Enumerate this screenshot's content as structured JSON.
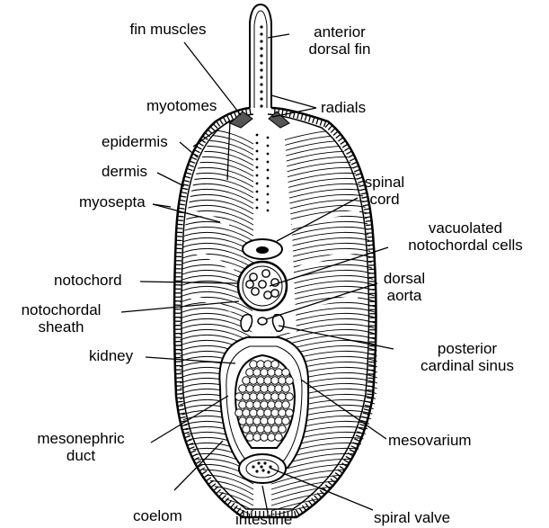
{
  "diagram": {
    "labels": {
      "fin_muscles": [
        "fin muscles"
      ],
      "anterior_dorsal_fin": [
        "anterior",
        "dorsal fin"
      ],
      "radials": [
        "radials"
      ],
      "myotomes": [
        "myotomes"
      ],
      "epidermis": [
        "epidermis"
      ],
      "dermis": [
        "dermis"
      ],
      "myosepta": [
        "myosepta"
      ],
      "spinal_cord": [
        "spinal",
        "cord"
      ],
      "vacuolated_notochordal_cells": [
        "vacuolated",
        "notochordal cells"
      ],
      "notochord": [
        "notochord"
      ],
      "notochordal_sheath": [
        "notochordal",
        "sheath"
      ],
      "dorsal_aorta": [
        "dorsal",
        "aorta"
      ],
      "kidney": [
        "kidney"
      ],
      "posterior_cardinal_sinus": [
        "posterior",
        "cardinal  sinus"
      ],
      "mesonephric_duct": [
        "mesonephric",
        "duct"
      ],
      "mesovarium": [
        "mesovarium"
      ],
      "coelom": [
        "coelom"
      ],
      "intestine": [
        "intestine"
      ],
      "spiral_valve": [
        "spiral  valve"
      ]
    }
  }
}
